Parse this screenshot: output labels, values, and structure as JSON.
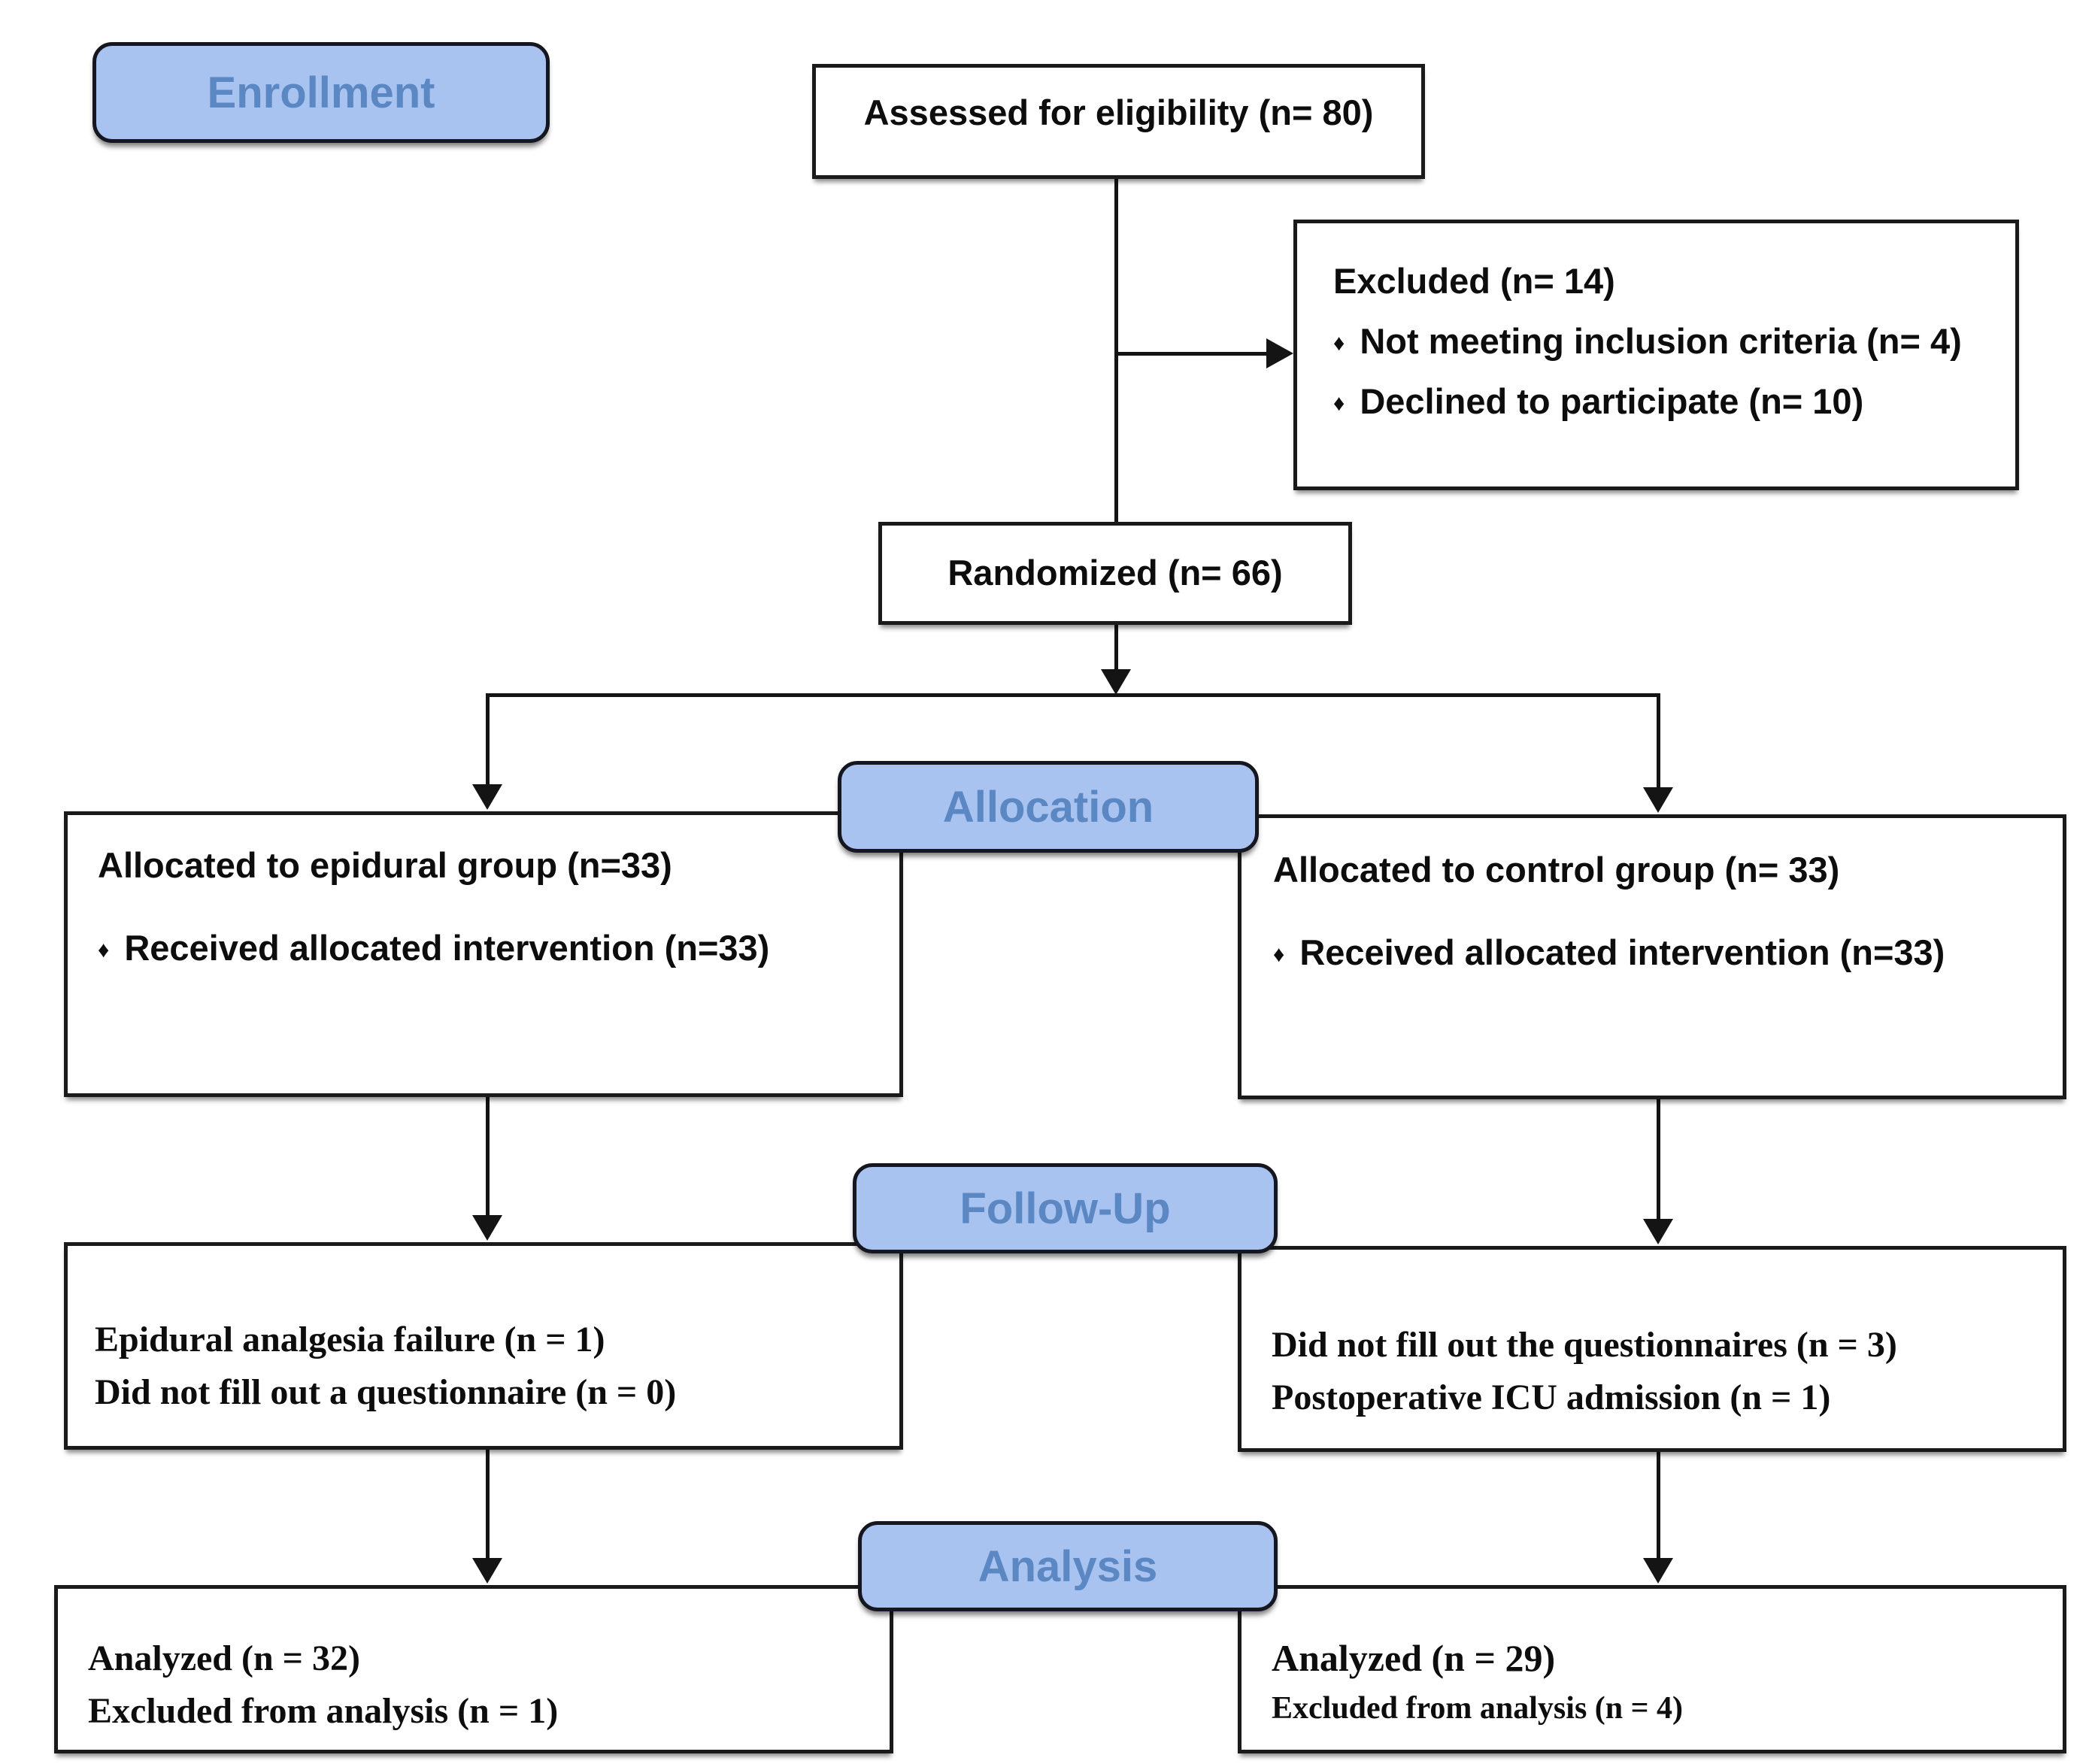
{
  "palette": {
    "pill_fill": "#a9c3f1",
    "pill_text": "#5b87c3",
    "pill_border": "#15161f",
    "box_border": "#1a1a1a",
    "line": "#141414",
    "text": "#0d0d0d",
    "bg": "#ffffff"
  },
  "bullet_glyph": "♦",
  "stages": {
    "enrollment": "Enrollment",
    "allocation": "Allocation",
    "followup": "Follow-Up",
    "analysis": "Analysis"
  },
  "boxes": {
    "assessed": {
      "text": "Assessed for eligibility (n= 80)"
    },
    "excluded": {
      "title": "Excluded (n= 14)",
      "bullets": [
        "Not meeting inclusion criteria (n= 4)",
        "Declined to participate (n= 10)"
      ]
    },
    "randomized": {
      "text": "Randomized (n= 66)"
    },
    "allocated_epidural": {
      "title": "Allocated to epidural group (n=33)",
      "bullets": [
        "Received allocated intervention (n=33)"
      ]
    },
    "allocated_control": {
      "title": "Allocated to control group (n= 33)",
      "bullets": [
        "Received allocated intervention (n=33)"
      ]
    },
    "followup_epidural": {
      "lines": [
        "Epidural analgesia failure (n = 1)",
        "Did not fill out a questionnaire (n = 0)"
      ]
    },
    "followup_control": {
      "lines": [
        "Did not fill out the questionnaires (n = 3)",
        "Postoperative ICU admission (n = 1)"
      ]
    },
    "analysis_epidural": {
      "lines": [
        "Analyzed (n = 32)",
        "Excluded from analysis (n = 1)"
      ]
    },
    "analysis_control": {
      "lines": [
        "Analyzed (n = 29)",
        "Excluded from analysis (n = 4)"
      ]
    }
  }
}
